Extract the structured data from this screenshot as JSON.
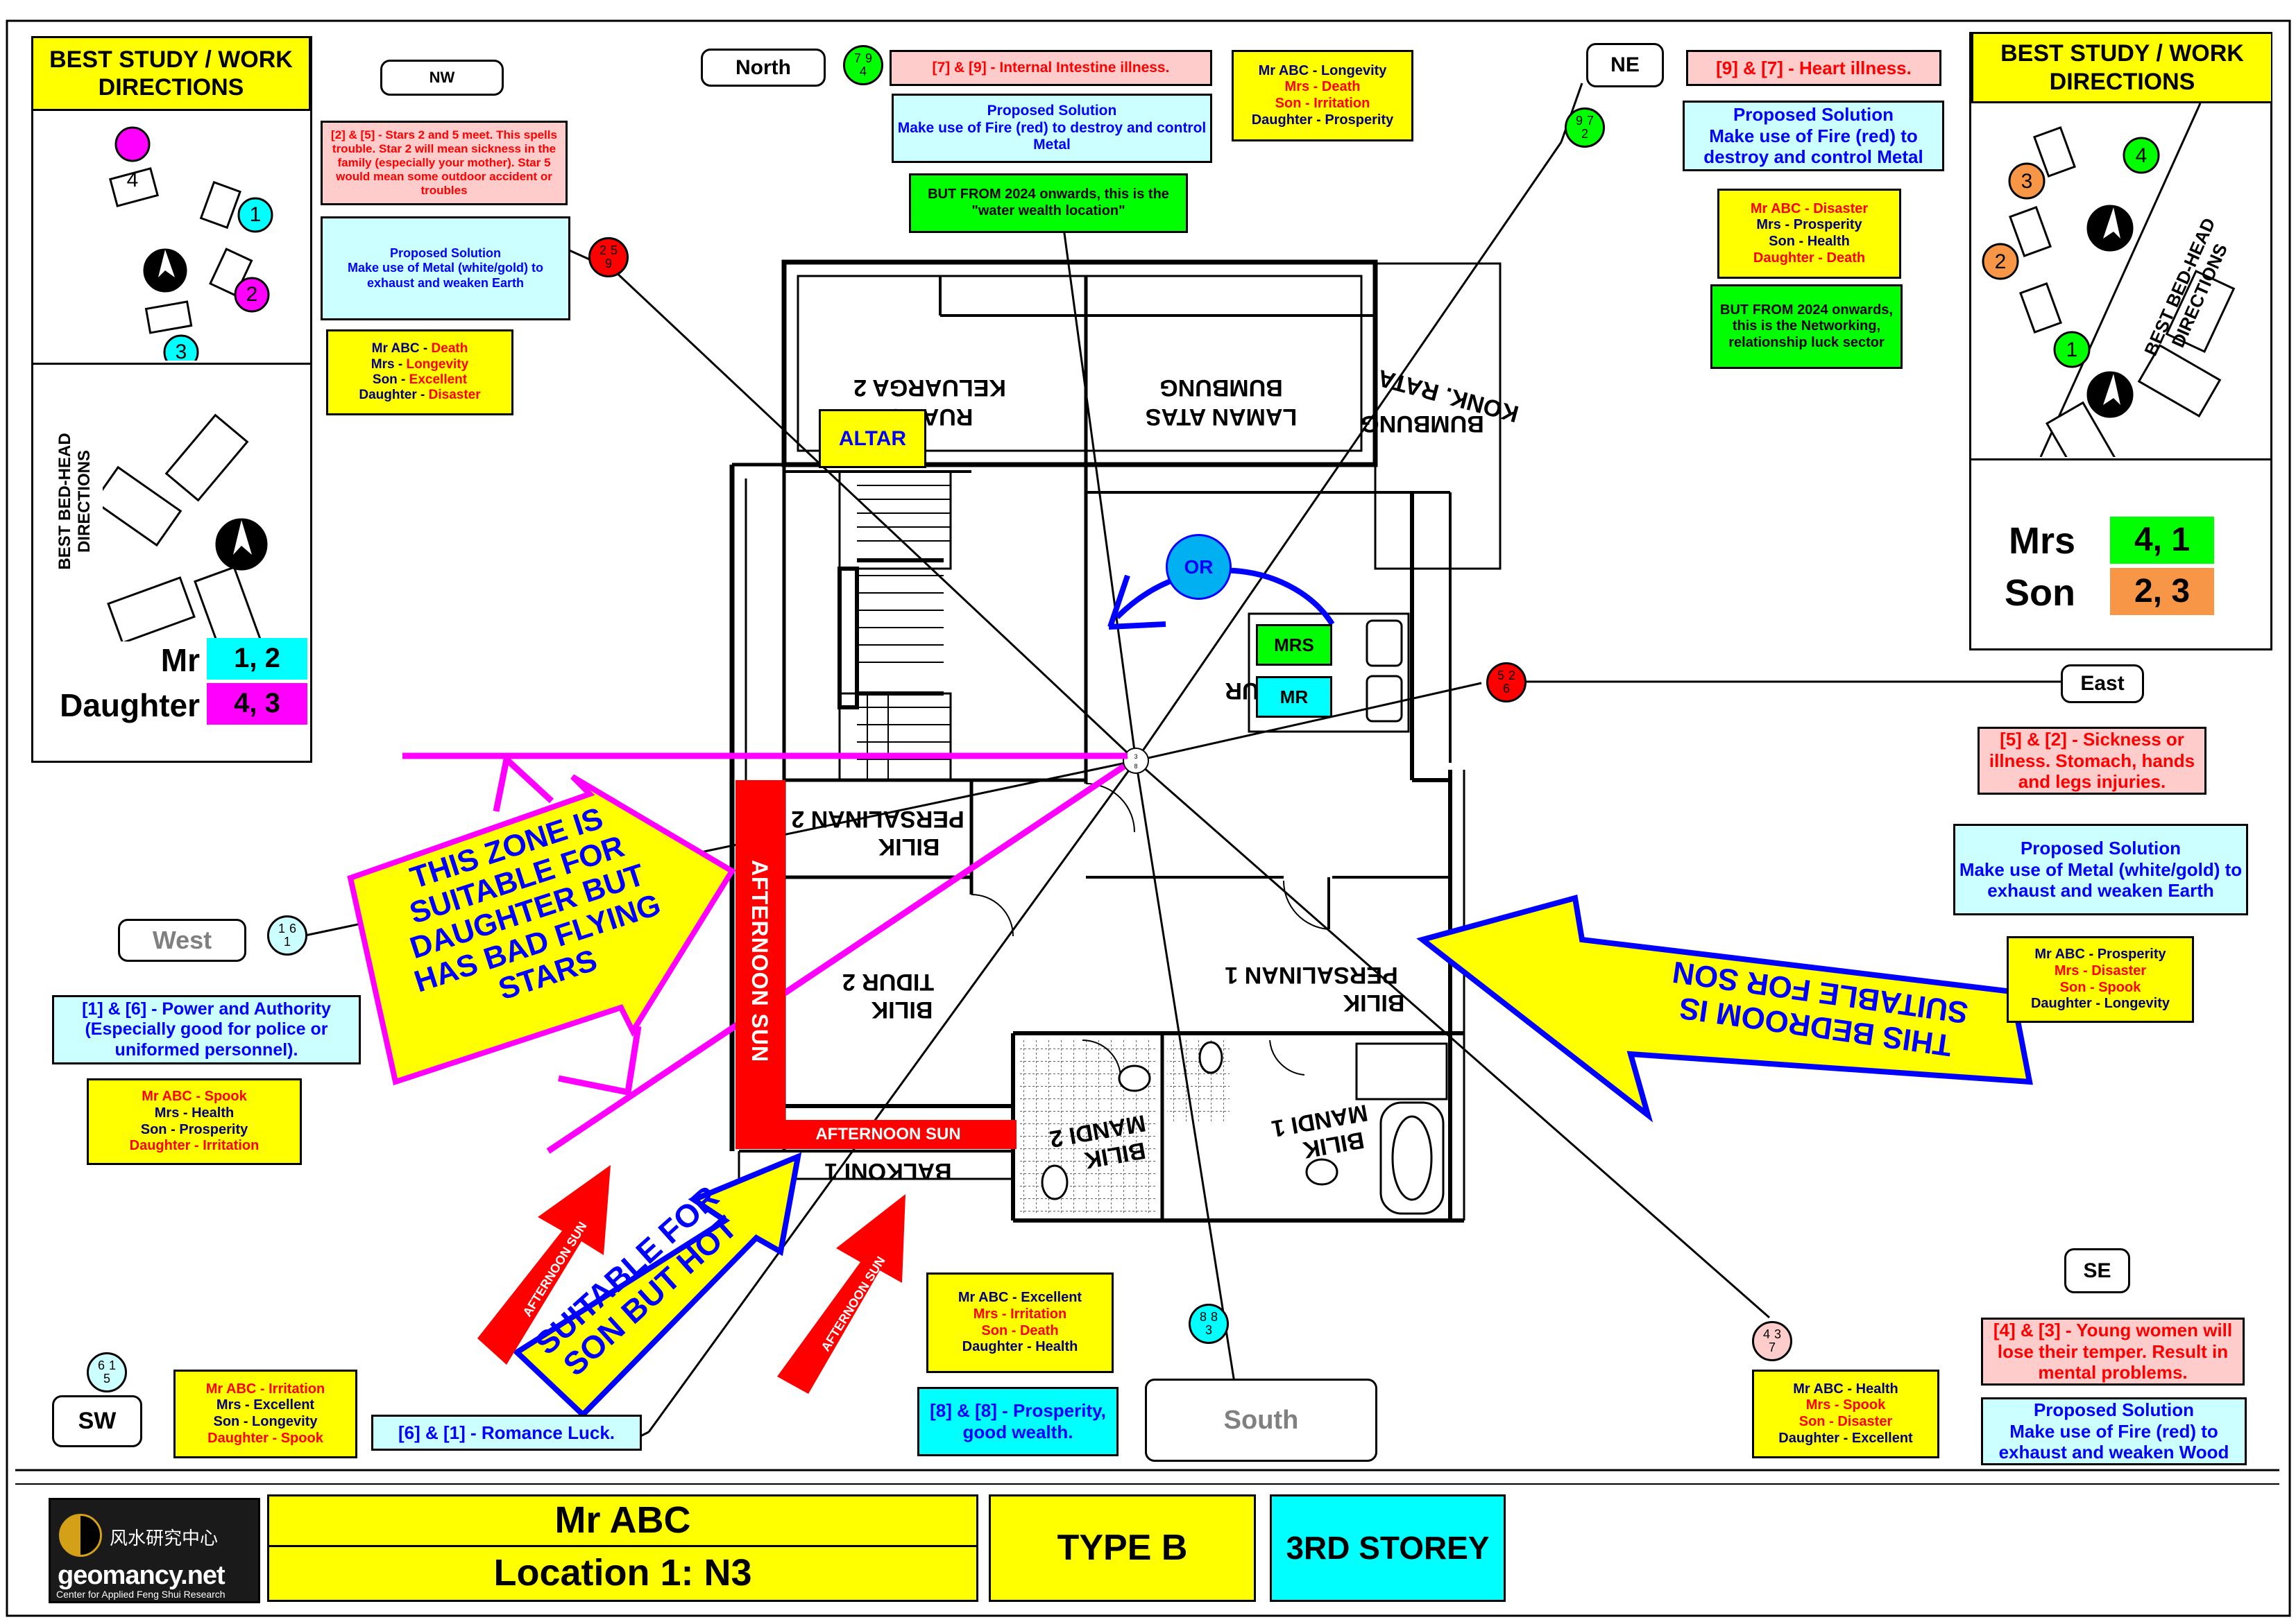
{
  "panels": {
    "left": {
      "study_title": "BEST STUDY / WORK DIRECTIONS",
      "bed_title": "BEST BED-HEAD DIRECTIONS",
      "person1_name": "Mr",
      "person1_nums": "1, 2",
      "person2_name": "Daughter",
      "person2_nums": "4, 3",
      "desk_numbers": [
        "4",
        "1",
        "2",
        "3"
      ],
      "colors": {
        "person1": "#00ffff",
        "person2": "#ff00ff"
      }
    },
    "right": {
      "study_title": "BEST STUDY / WORK DIRECTIONS",
      "bed_title": "BEST BED-HEAD DIRECTIONS",
      "person1_name": "Mrs",
      "person1_nums": "4, 1",
      "person2_name": "Son",
      "person2_nums": "2, 3",
      "desk_numbers": [
        "3",
        "4",
        "2",
        "1"
      ],
      "colors": {
        "person1": "#00ff00",
        "person2": "#f79646"
      }
    }
  },
  "directions": {
    "nw": "NW",
    "north": "North",
    "ne": "NE",
    "east": "East",
    "se": "SE",
    "south": "South",
    "sw": "SW",
    "west": "West"
  },
  "stars": {
    "nw": [
      "2",
      "5",
      "9"
    ],
    "north": [
      "7",
      "9",
      "4"
    ],
    "ne": [
      "9",
      "7",
      "2"
    ],
    "east": [
      "5",
      "2",
      "6"
    ],
    "se": [
      "4",
      "3",
      "7"
    ],
    "south": [
      "8",
      "8",
      "3"
    ],
    "sw": [
      "6",
      "1",
      "5"
    ],
    "west": [
      "1",
      "6",
      "1"
    ],
    "center": [
      "3",
      "4",
      "8"
    ]
  },
  "notes": {
    "nw": {
      "issue": "[2] & [5] - Stars 2 and 5 meet. This spells trouble. Star 2 will mean sickness in the family (especially your mother). Star 5 would mean some outdoor accident or troubles",
      "sol_title": "Proposed Solution",
      "sol_body": "Make use of Metal (white/gold) to exhaust and weaken Earth",
      "fortune": [
        {
          "who": "Mr ABC",
          "what": "Death"
        },
        {
          "who": "Mrs",
          "what": "Longevity"
        },
        {
          "who": "Son",
          "what": "Excellent"
        },
        {
          "who": "Daughter",
          "what": "Disaster"
        }
      ]
    },
    "north": {
      "issue": "[7] & [9] - Internal Intestine illness.",
      "sol_title": "Proposed Solution",
      "sol_body": "Make use of Fire (red) to destroy and control Metal",
      "extra": "BUT FROM 2024 onwards, this is the \"water wealth location\"",
      "fortune": [
        {
          "who": "Mr ABC",
          "what": "Longevity"
        },
        {
          "who": "Mrs",
          "what": "Death"
        },
        {
          "who": "Son",
          "what": "Irritation"
        },
        {
          "who": "Daughter",
          "what": "Prosperity"
        }
      ]
    },
    "ne": {
      "issue": "[9] & [7] - Heart illness.",
      "sol_title": "Proposed Solution",
      "sol_body": "Make use of Fire (red) to destroy and control Metal",
      "extra": "BUT FROM 2024 onwards, this is the Networking, relationship luck sector",
      "fortune": [
        {
          "who": "Mr ABC",
          "what": "Disaster"
        },
        {
          "who": "Mrs",
          "what": "Prosperity"
        },
        {
          "who": "Son",
          "what": "Health"
        },
        {
          "who": "Daughter",
          "what": "Death"
        }
      ]
    },
    "east": {
      "issue": "[5] & [2] - Sickness or illness. Stomach, hands and legs injuries.",
      "sol_title": "Proposed Solution",
      "sol_body": "Make use of Metal (white/gold) to exhaust and weaken Earth",
      "fortune": [
        {
          "who": "Mr ABC",
          "what": "Prosperity"
        },
        {
          "who": "Mrs",
          "what": "Disaster"
        },
        {
          "who": "Son",
          "what": "Spook"
        },
        {
          "who": "Daughter",
          "what": "Longevity"
        }
      ]
    },
    "se": {
      "issue": "[4] & [3] - Young women will lose their temper. Result in mental problems.",
      "sol_title": "Proposed Solution",
      "sol_body": "Make use of Fire (red) to exhaust and weaken Wood",
      "fortune": [
        {
          "who": "Mr ABC",
          "what": "Health"
        },
        {
          "who": "Mrs",
          "what": "Spook"
        },
        {
          "who": "Son",
          "what": "Disaster"
        },
        {
          "who": "Daughter",
          "what": "Excellent"
        }
      ]
    },
    "south": {
      "issue": "[8] & [8] - Prosperity, good wealth.",
      "fortune": [
        {
          "who": "Mr ABC",
          "what": "Excellent"
        },
        {
          "who": "Mrs",
          "what": "Irritation"
        },
        {
          "who": "Son",
          "what": "Death"
        },
        {
          "who": "Daughter",
          "what": "Health"
        }
      ]
    },
    "sw": {
      "issue": "[6] & [1] - Romance Luck.",
      "fortune": [
        {
          "who": "Mr ABC",
          "what": "Irritation"
        },
        {
          "who": "Mrs",
          "what": "Excellent"
        },
        {
          "who": "Son",
          "what": "Longevity"
        },
        {
          "who": "Daughter",
          "what": "Spook"
        }
      ]
    },
    "west": {
      "issue": "[1] & [6] - Power and Authority (Especially good for police or uniformed personnel).",
      "fortune": [
        {
          "who": "Mr ABC",
          "what": "Spook"
        },
        {
          "who": "Mrs",
          "what": "Health"
        },
        {
          "who": "Son",
          "what": "Prosperity"
        },
        {
          "who": "Daughter",
          "what": "Irritation"
        }
      ]
    }
  },
  "plan": {
    "rooms": {
      "ruang": "RUANG KELUARGA 2",
      "laman": "LAMAN ATAS BUMBUNG",
      "konk": "BUMBUNG KONK. RATA",
      "persalinan2": "BILIK PERSALINAN 2",
      "tidur2": "BILIK TIDUR 2",
      "persalinan1": "BILIK PERSALINAN 1",
      "mandi2": "BILIK MANDI 2",
      "mandi1": "BILIK MANDI 1",
      "balkoni": "BALKONI 1",
      "ur": "UR"
    },
    "altar": "ALTAR",
    "or": "OR",
    "mrs_tag": "MRS",
    "mr_tag": "MR",
    "afternoon_sun_v": "AFTERNOON SUN",
    "afternoon_sun_h": "AFTERNOON SUN",
    "arrow_sun_1": "AFTERNOON SUN",
    "arrow_sun_2": "AFTERNOON SUN",
    "daughter_zone": "THIS ZONE IS SUITABLE FOR DAUGHTER BUT HAS BAD FLYING STARS",
    "son_bedroom": "THIS BEDROOM IS SUITABLE FOR SON",
    "son_hot": "SUITABLE FOR SON BUT HOT"
  },
  "footer": {
    "name": "Mr ABC",
    "location": "Location 1: N3",
    "type": "TYPE B",
    "storey": "3RD STOREY",
    "logo_cn": "风水研究中心",
    "logo_site": "geomancy.net",
    "logo_sub": "Center for Applied Feng Shui Research"
  }
}
